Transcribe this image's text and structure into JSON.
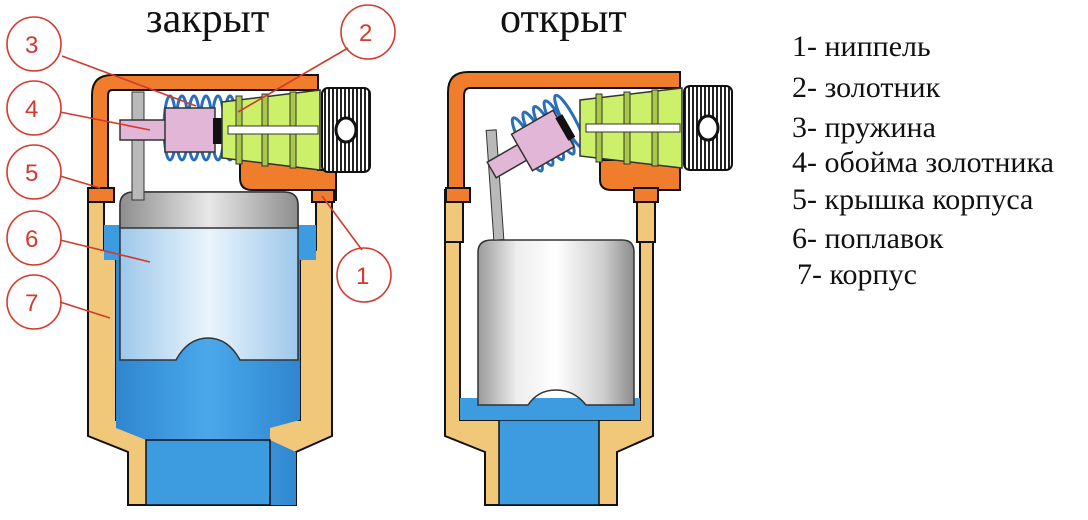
{
  "titles": {
    "closed": "закрыт",
    "open": "открыт"
  },
  "callouts": [
    "1",
    "2",
    "3",
    "4",
    "5",
    "6",
    "7"
  ],
  "legend": [
    "1- ниппель",
    "2- золотник",
    "3- пружина",
    "4- обойма золотника",
    "5- крышка корпуса",
    "6- поплавок",
    "7- корпус"
  ],
  "colors": {
    "housing_brass": "#f1c87a",
    "cover_orange": "#f07d2b",
    "water_blue": "#3d9be0",
    "float_gray": "#c9c9c9",
    "valve_green": "#cdf06a",
    "spool_pink": "#e2b6d6",
    "callout_red": "#d23a2e"
  }
}
